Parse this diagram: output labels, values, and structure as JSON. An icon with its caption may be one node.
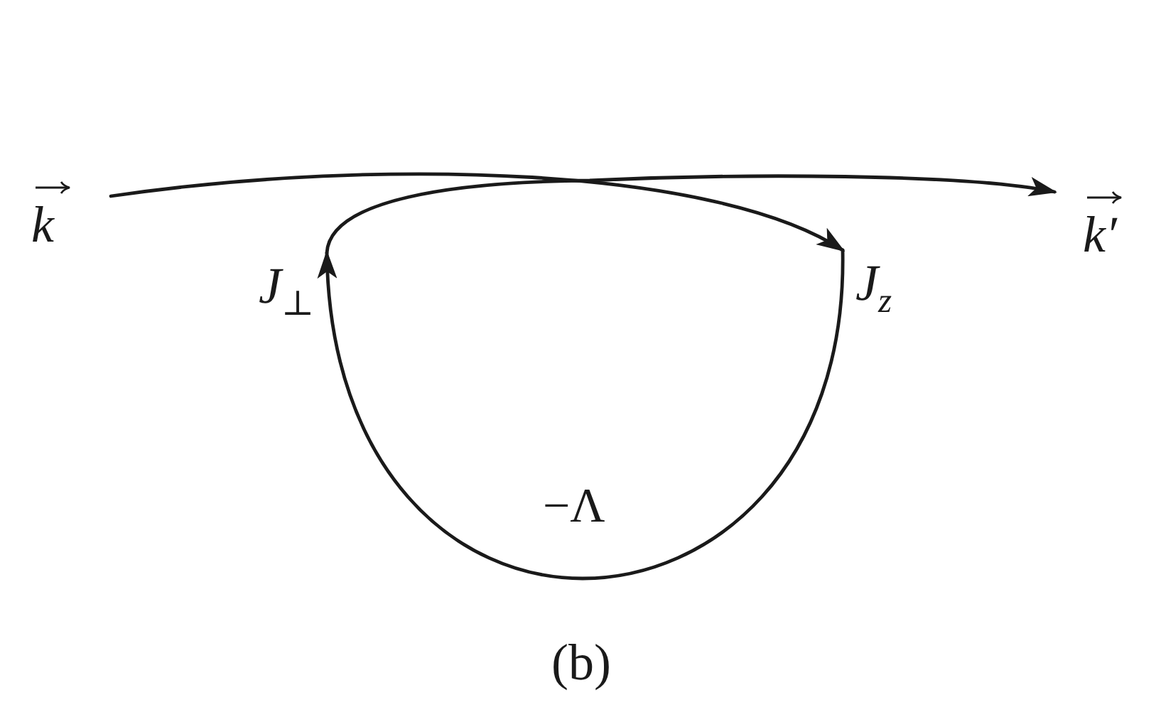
{
  "diagram": {
    "caption": "(b)",
    "nodes": [
      {
        "text": [
          "k⃗"
        ]
      },
      {
        "text": [
          "k⃗′"
        ]
      },
      {
        "text": [
          "J$_{⊥}$"
        ]
      },
      {
        "text": [
          "J$_{z}$"
        ]
      }
    ],
    "edges": [
      {
        "from": 0,
        "to": 3,
        "arrow": "to"
      },
      {
        "from": 3,
        "to": 2,
        "arrow": "to"
      },
      {
        "from": 2,
        "to": 1,
        "arrow": "to"
      }
    ],
    "labels": [
      "−Λ"
    ]
  }
}
